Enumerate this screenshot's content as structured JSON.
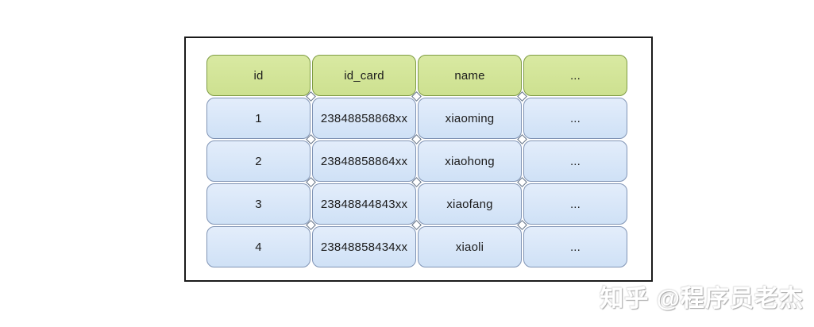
{
  "table": {
    "headers": [
      "id",
      "id_card",
      "name",
      "..."
    ],
    "rows": [
      [
        "1",
        "23848858868xx",
        "xiaoming",
        "..."
      ],
      [
        "2",
        "23848858864xx",
        "xiaohong",
        "..."
      ],
      [
        "3",
        "23848844843xx",
        "xiaofang",
        "..."
      ],
      [
        "4",
        "23848858434xx",
        "xiaoli",
        "..."
      ]
    ]
  },
  "watermark": {
    "text": "知乎 @程序员老杰"
  },
  "colors": {
    "header_fill": "#d9e9a2",
    "header_border": "#7f9c45",
    "cell_fill": "#dbe7f9",
    "cell_border": "#8094b5",
    "box_border": "#1a1a1a",
    "text": "#1b1b1b"
  }
}
